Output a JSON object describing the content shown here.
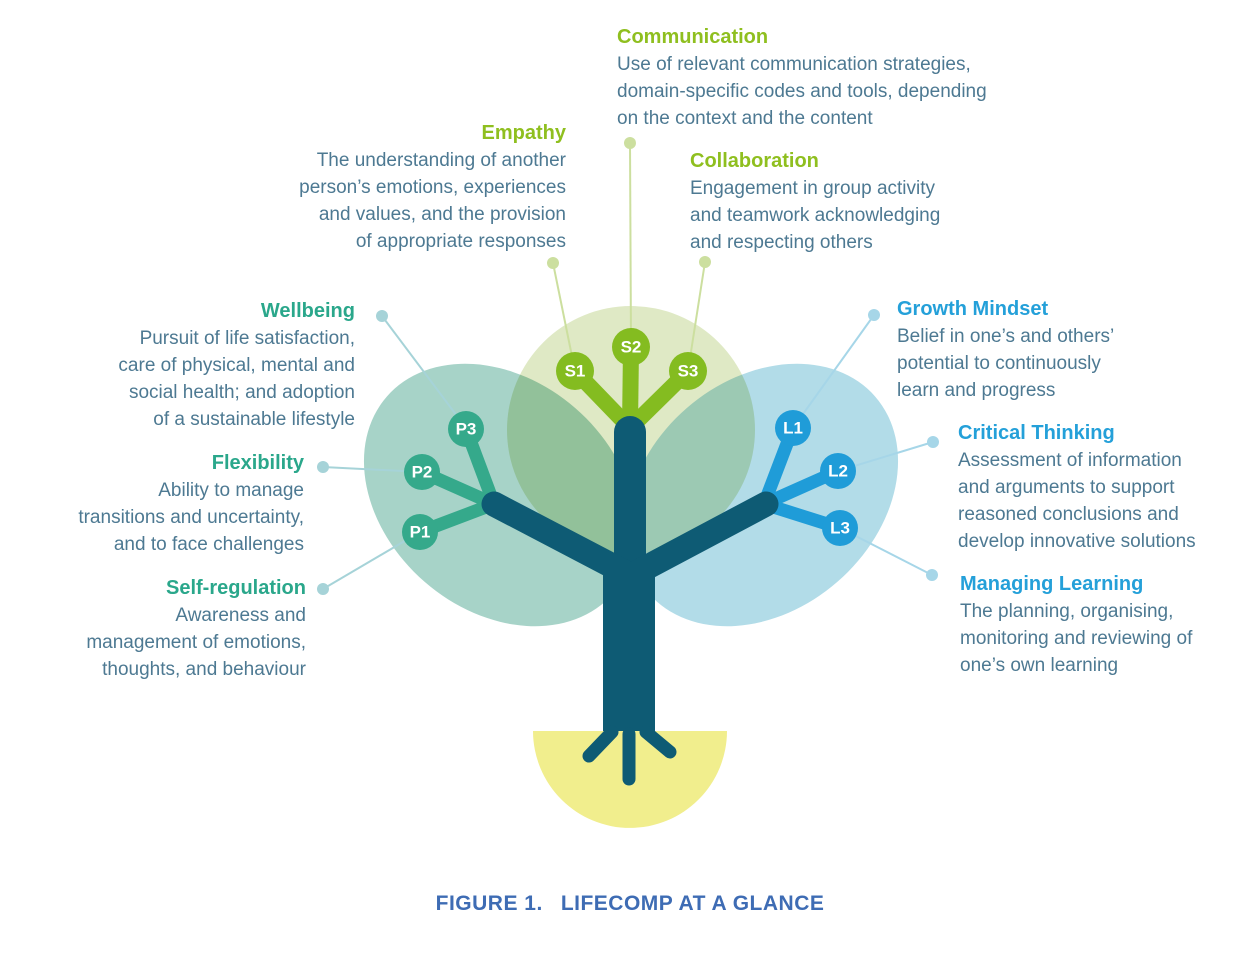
{
  "caption": {
    "label": "FIGURE 1.",
    "title": "LIFECOMP AT A GLANCE"
  },
  "nodes": {
    "p1": "P1",
    "p2": "P2",
    "p3": "P3",
    "s1": "S1",
    "s2": "S2",
    "s3": "S3",
    "l1": "L1",
    "l2": "L2",
    "l3": "L3"
  },
  "callouts": {
    "communication": {
      "title": "Communication",
      "lines": [
        "Use of relevant communication strategies,",
        "domain-specific codes and tools, depending",
        "on the context and the content"
      ]
    },
    "empathy": {
      "title": "Empathy",
      "lines": [
        "The understanding of another",
        "person’s emotions, experiences",
        "and values, and the provision",
        "of appropriate responses"
      ]
    },
    "collaboration": {
      "title": "Collaboration",
      "lines": [
        "Engagement in group activity",
        "and teamwork acknowledging",
        "and respecting others"
      ]
    },
    "wellbeing": {
      "title": "Wellbeing",
      "lines": [
        "Pursuit of life satisfaction,",
        "care of physical, mental and",
        "social health; and adoption",
        "of a sustainable lifestyle"
      ]
    },
    "flexibility": {
      "title": "Flexibility",
      "lines": [
        "Ability to manage",
        "transitions and uncertainty,",
        "and to face challenges"
      ]
    },
    "self_regulation": {
      "title": "Self-regulation",
      "lines": [
        "Awareness and",
        "management of emotions,",
        "thoughts, and behaviour"
      ]
    },
    "growth_mindset": {
      "title": "Growth Mindset",
      "lines": [
        "Belief in one’s and others’",
        "potential to continuously",
        "learn and progress"
      ]
    },
    "critical_thinking": {
      "title": "Critical Thinking",
      "lines": [
        "Assessment of information",
        "and arguments to support",
        "reasoned conclusions and",
        "develop innovative solutions"
      ]
    },
    "managing_learning": {
      "title": "Managing Learning",
      "lines": [
        "The planning, organising,",
        "monitoring and reviewing of",
        "one’s own learning"
      ]
    }
  },
  "colors": {
    "social_green": "#84bc20",
    "personal_teal": "#35a98b",
    "learning_blue": "#1f9cd8",
    "trunk_dark_teal": "#0e5b74",
    "ground_yellow": "#f1ee8d",
    "leaf_left": "#a7d3c8",
    "leaf_center": "#dfe9c5",
    "leaf_right": "#b2dce8",
    "body_text": "#4d7992",
    "caption_blue": "#3e6cb4"
  }
}
